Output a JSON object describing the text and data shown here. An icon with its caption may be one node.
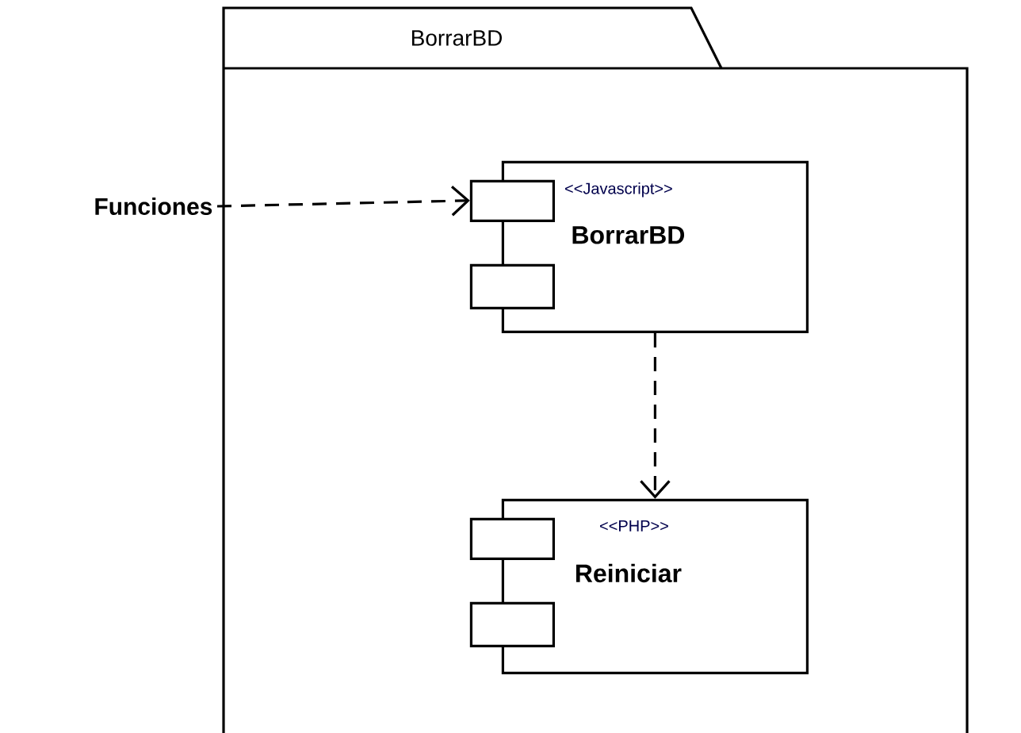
{
  "diagram": {
    "nodes": [
      {
        "text": [
          "BorrarBD"
        ]
      },
      {
        "text": [
          "<<Javascript>>",
          "BorrarBD"
        ],
        "in": 0
      },
      {
        "text": [
          "<<PHP>>",
          "Reiniciar"
        ],
        "in": 0
      },
      {
        "text": [
          "Funciones"
        ]
      }
    ],
    "edges": [
      {
        "from": 3,
        "to": 1,
        "arrow": "to",
        "style": "dashed"
      },
      {
        "from": 1,
        "to": 2,
        "arrow": "to",
        "style": "dashed"
      }
    ]
  }
}
